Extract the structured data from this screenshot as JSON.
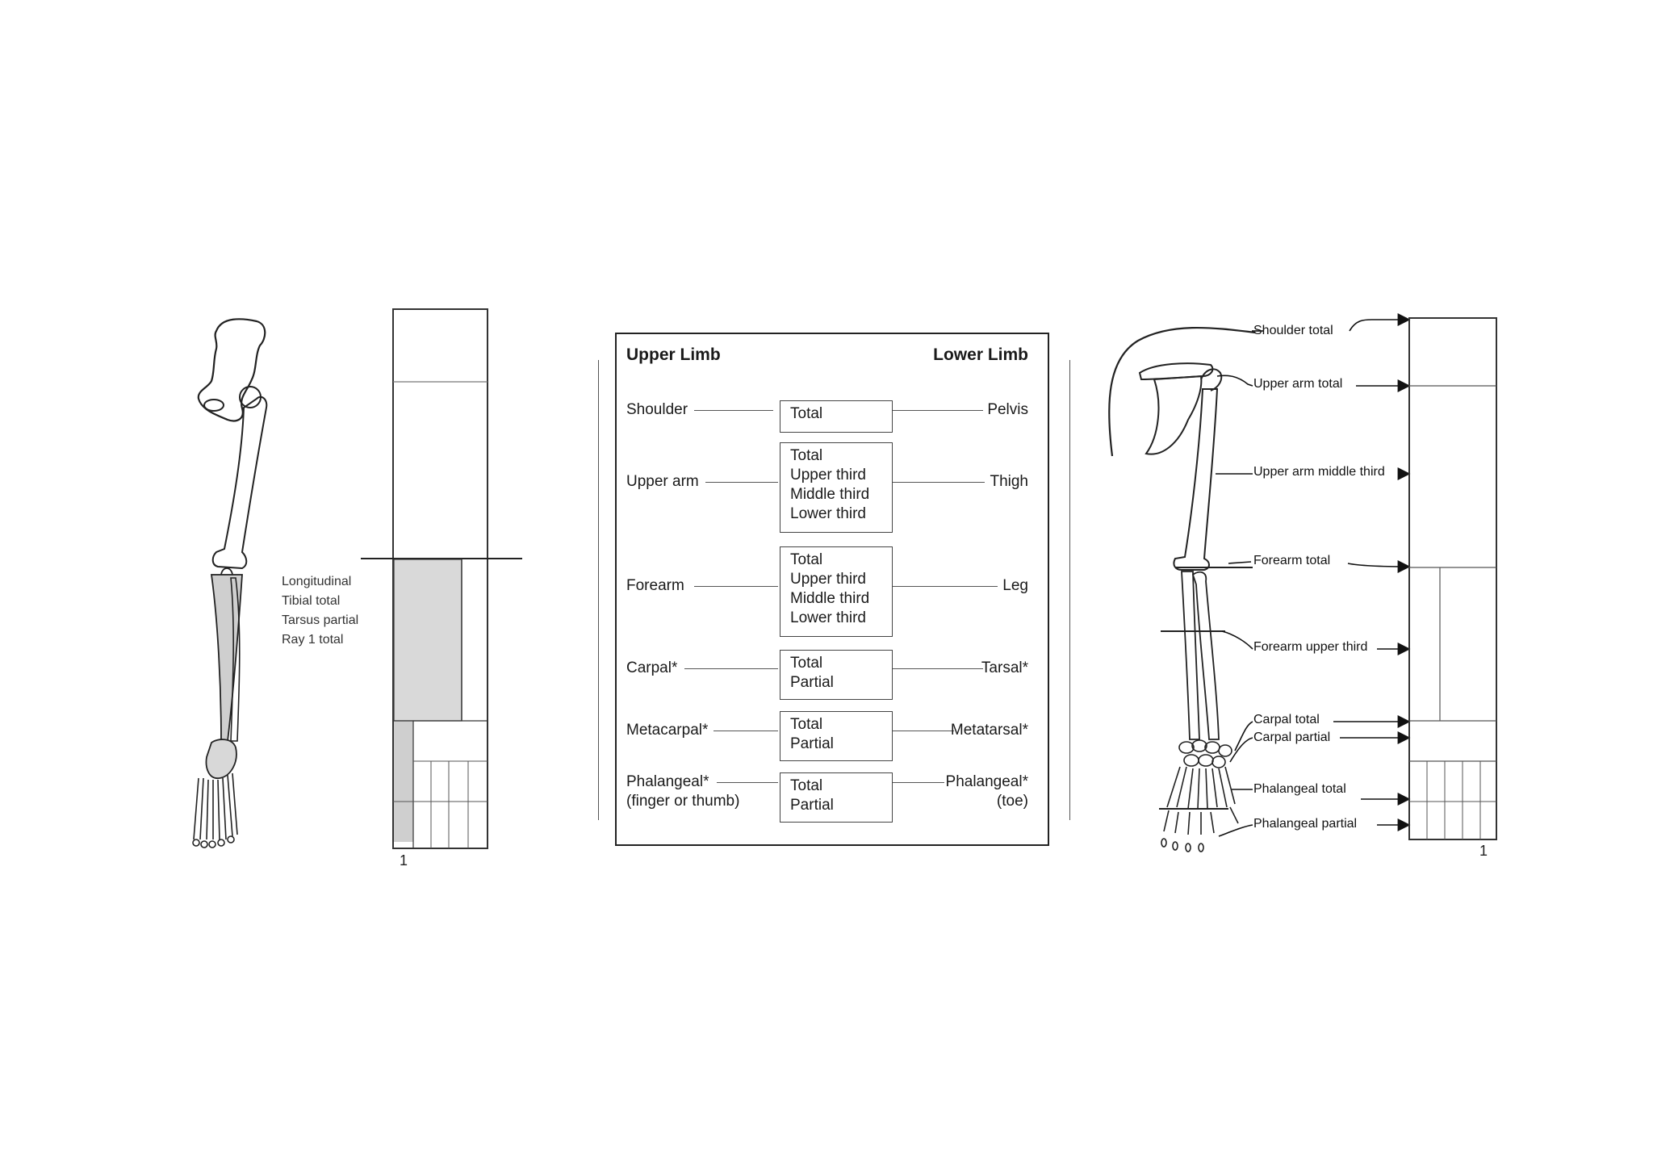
{
  "left_panel": {
    "labels": [
      "Longitudinal",
      "Tibial total",
      "Tarsus partial",
      "Ray 1 total"
    ],
    "axis_number": "1"
  },
  "center_table": {
    "header_upper": "Upper Limb",
    "header_lower": "Lower Limb",
    "rows": [
      {
        "upper": "Shoulder",
        "upper2": "",
        "lower": "Pelvis",
        "lower2": "",
        "options": [
          "Total"
        ]
      },
      {
        "upper": "Upper arm",
        "upper2": "",
        "lower": "Thigh",
        "lower2": "",
        "options": [
          "Total",
          "Upper third",
          "Middle third",
          "Lower third"
        ]
      },
      {
        "upper": "Forearm",
        "upper2": "",
        "lower": "Leg",
        "lower2": "",
        "options": [
          "Total",
          "Upper third",
          "Middle third",
          "Lower third"
        ]
      },
      {
        "upper": "Carpal*",
        "upper2": "",
        "lower": "Tarsal*",
        "lower2": "",
        "options": [
          "Total",
          "Partial"
        ]
      },
      {
        "upper": "Metacarpal*",
        "upper2": "",
        "lower": "Metatarsal*",
        "lower2": "",
        "options": [
          "Total",
          "Partial"
        ]
      },
      {
        "upper": "Phalangeal*",
        "upper2": "(finger or thumb)",
        "lower": "Phalangeal*",
        "lower2": "(toe)",
        "options": [
          "Total",
          "Partial"
        ]
      }
    ]
  },
  "right_panel": {
    "labels": [
      "Shoulder total",
      "Upper arm total",
      "Upper arm middle third",
      "Forearm total",
      "Forearm upper third",
      "Carpal total",
      "Carpal partial",
      "Phalangeal total",
      "Phalangeal partial"
    ],
    "axis_number": "1"
  }
}
